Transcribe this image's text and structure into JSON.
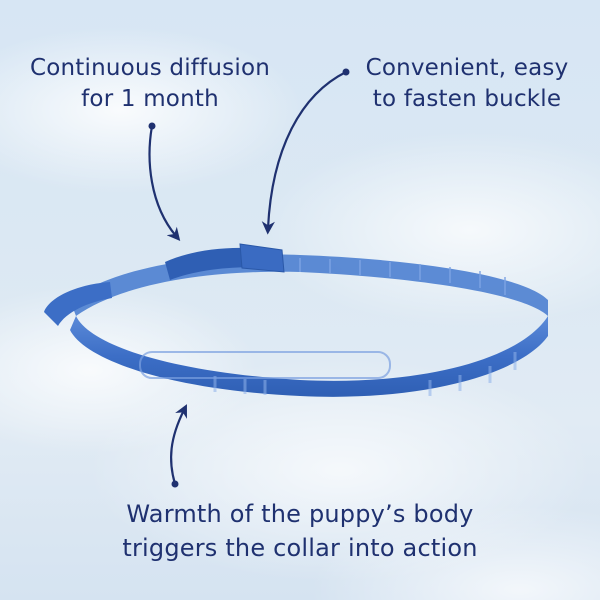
{
  "callouts": {
    "diffusion": {
      "line1": "Continuous diffusion",
      "line2": "for 1 month"
    },
    "buckle": {
      "line1": "Convenient, easy",
      "line2": "to fasten buckle"
    },
    "warmth": {
      "line1": "Warmth of the puppy’s body",
      "line2": "triggers the collar into action"
    }
  },
  "colors": {
    "text": "#1f3170",
    "collar": "#3f73c9",
    "sky": "#d9e7f3"
  }
}
